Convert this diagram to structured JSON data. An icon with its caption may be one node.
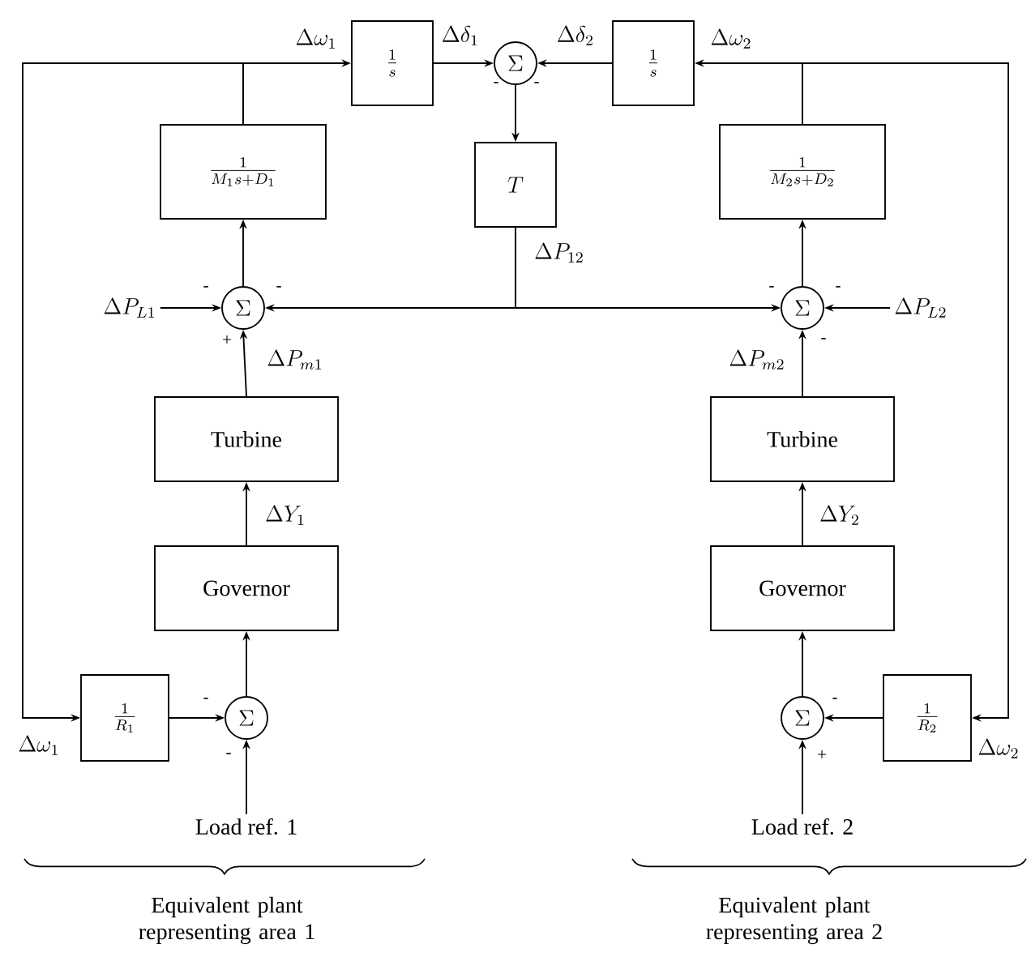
{
  "diagram": {
    "nodes": [
      {
        "text": [
          "\\frac{1}{s}"
        ]
      },
      {
        "text": [
          "\\Sigma"
        ]
      },
      {
        "text": [
          "\\frac{1}{s}"
        ]
      },
      {
        "text": [
          "T"
        ]
      },
      {
        "text": [
          "\\frac{1}{M_1 s + D_1}"
        ]
      },
      {
        "text": [
          "\\frac{1}{M_2 s + D_2}"
        ]
      },
      {
        "text": [
          "\\Sigma"
        ]
      },
      {
        "text": [
          "\\Sigma"
        ]
      },
      {
        "text": [
          "Turbine"
        ]
      },
      {
        "text": [
          "Turbine"
        ]
      },
      {
        "text": [
          "Governor"
        ]
      },
      {
        "text": [
          "Governor"
        ]
      },
      {
        "text": [
          "\\frac{1}{R_1}"
        ]
      },
      {
        "text": [
          "\\frac{1}{R_2}"
        ]
      },
      {
        "text": [
          "\\Sigma"
        ]
      },
      {
        "text": [
          "\\Sigma"
        ]
      },
      {
        "text": [
          "Load ref. 1"
        ]
      },
      {
        "text": [
          "Load ref. 2"
        ]
      },
      {
        "text": [
          "\\Delta P_{L1}"
        ]
      },
      {
        "text": [
          "\\Delta P_{L2}"
        ]
      }
    ],
    "edges": [
      {
        "from": 4,
        "to": 0,
        "arrow": "to",
        "label": "\\Delta\\omega_1"
      },
      {
        "from": 4,
        "to": 12,
        "arrow": "to",
        "label": "\\Delta\\omega_1"
      },
      {
        "from": 0,
        "to": 1,
        "arrow": "to",
        "label": "\\Delta\\delta_1"
      },
      {
        "from": 2,
        "to": 1,
        "arrow": "to",
        "label": "\\Delta\\delta_2"
      },
      {
        "from": 5,
        "to": 2,
        "arrow": "to",
        "label": "\\Delta\\omega_2"
      },
      {
        "from": 5,
        "to": 13,
        "arrow": "to",
        "label": "\\Delta\\omega_2"
      },
      {
        "from": 1,
        "to": 3,
        "arrow": "to"
      },
      {
        "from": 3,
        "to": 6,
        "arrow": "to",
        "label": "\\Delta P_{12}"
      },
      {
        "from": 3,
        "to": 7,
        "arrow": "to"
      },
      {
        "from": 6,
        "to": 4,
        "arrow": "to"
      },
      {
        "from": 7,
        "to": 5,
        "arrow": "to"
      },
      {
        "from": 18,
        "to": 6,
        "arrow": "to"
      },
      {
        "from": 19,
        "to": 7,
        "arrow": "to"
      },
      {
        "from": 8,
        "to": 6,
        "arrow": "to",
        "label": "\\Delta P_{m1}"
      },
      {
        "from": 9,
        "to": 7,
        "arrow": "to",
        "label": "\\Delta P_{m2}"
      },
      {
        "from": 10,
        "to": 8,
        "arrow": "to",
        "label": "\\Delta Y_1"
      },
      {
        "from": 11,
        "to": 9,
        "arrow": "to",
        "label": "\\Delta Y_2"
      },
      {
        "from": 14,
        "to": 10,
        "arrow": "to"
      },
      {
        "from": 15,
        "to": 11,
        "arrow": "to"
      },
      {
        "from": 12,
        "to": 14,
        "arrow": "to"
      },
      {
        "from": 13,
        "to": 15,
        "arrow": "to"
      },
      {
        "from": 16,
        "to": 14,
        "arrow": "to"
      },
      {
        "from": 17,
        "to": 15,
        "arrow": "to"
      }
    ],
    "labels": [
      "-",
      "-",
      "-",
      "-",
      "+",
      "-",
      "-",
      "-",
      "-",
      "-",
      "-",
      "+",
      "Equivalent plant representing area 1",
      "Equivalent plant representing area 2"
    ]
  }
}
